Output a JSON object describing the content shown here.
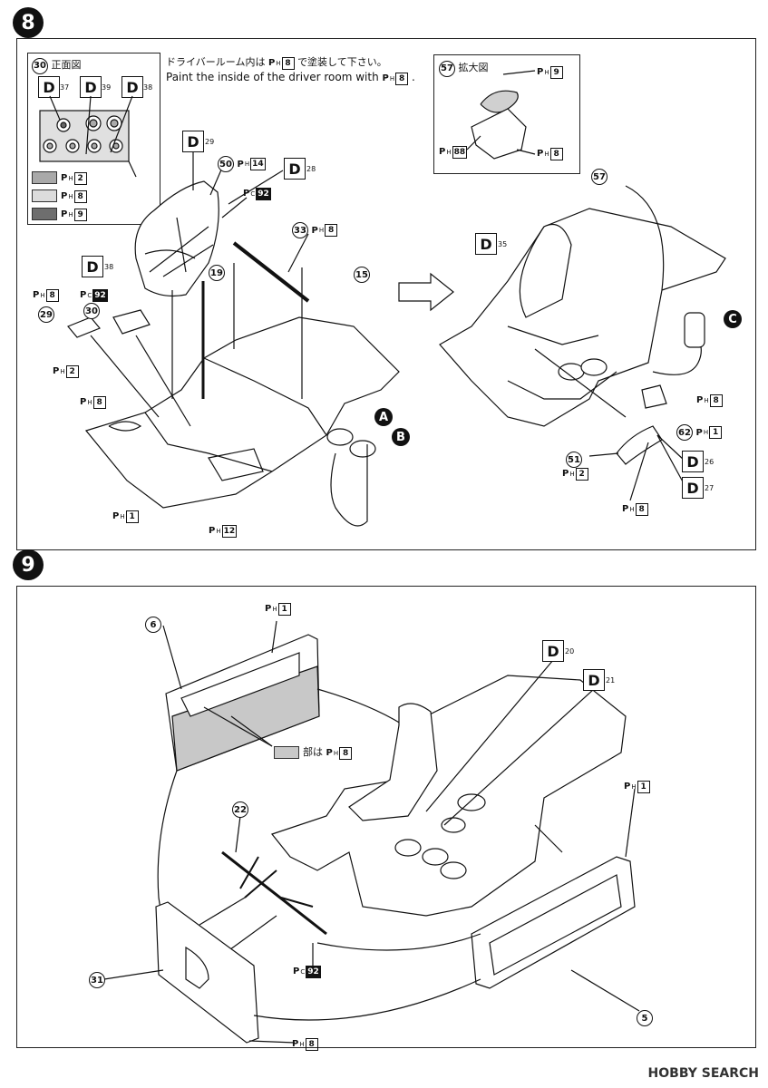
{
  "step8": {
    "number": "8",
    "front_view_inset": {
      "part": "30",
      "title": "正面図",
      "decals": [
        "37",
        "39",
        "38"
      ],
      "legend": [
        {
          "paint": "2",
          "color": "#a9a9a9"
        },
        {
          "paint": "8",
          "color": "#dcdcdc"
        },
        {
          "paint": "9",
          "color": "#6e6e6e"
        }
      ]
    },
    "instruction_jp_prefix": "ドライバールーム内は",
    "instruction_jp_suffix": "で塗装して下さい。",
    "instruction_en_prefix": "Paint the inside of the driver room with",
    "instruction_paint": "8",
    "zoom_inset": {
      "part": "57",
      "title": "拡大図",
      "paints": [
        "9",
        "88",
        "8"
      ]
    },
    "labels": {
      "d29": "29",
      "p50": "50",
      "p14": "14",
      "d28": "28",
      "pc92": "92",
      "p33": "33",
      "p8a": "8",
      "p15": "15",
      "d38": "38",
      "p19": "19",
      "p8b": "8",
      "pc92b": "92",
      "p30": "30",
      "p29": "29",
      "ph2": "2",
      "ph8": "8",
      "ph1": "1",
      "ph12": "12",
      "A": "A",
      "B": "B",
      "d35": "35",
      "p57": "57",
      "C": "C",
      "ph8c": "8",
      "p62": "62",
      "ph1b": "1",
      "p51": "51",
      "ph2b": "2",
      "d26": "26",
      "d27": "27",
      "ph8d": "8"
    }
  },
  "step9": {
    "number": "9",
    "labels": {
      "ph1": "1",
      "p6": "6",
      "d20": "20",
      "d21": "21",
      "note_prefix": "部は",
      "note_paint": "8",
      "ph1b": "1",
      "p22": "22",
      "pc92": "92",
      "p31": "31",
      "p5": "5",
      "ph8": "8"
    }
  },
  "paint_prefix": "P",
  "paint_sub_h": "H",
  "paint_sub_c": "C",
  "decal_letter": "D",
  "watermark": "HOBBY SEARCH"
}
